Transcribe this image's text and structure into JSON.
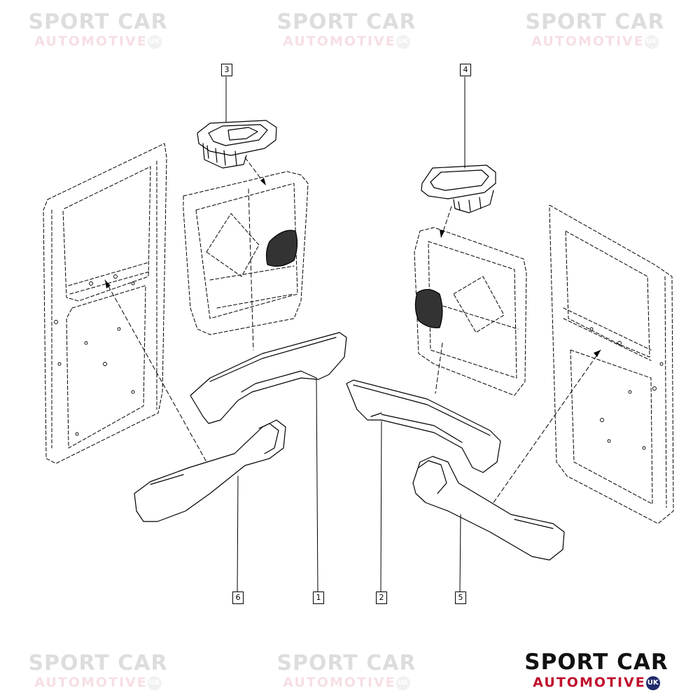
{
  "watermark": {
    "line1": "SPORT CAR",
    "line2": "AUTOMOTIVE",
    "badge": "UK"
  },
  "logo": {
    "line1": "SPORT CAR",
    "line2": "AUTOMOTIVE",
    "badge": "UK",
    "colors": {
      "text": "#111111",
      "accent": "#c0102e",
      "badge": "#1f2a6b"
    }
  },
  "callouts": {
    "c1": "1",
    "c2": "2",
    "c3": "3",
    "c4": "4",
    "c5": "5",
    "c6": "6"
  }
}
